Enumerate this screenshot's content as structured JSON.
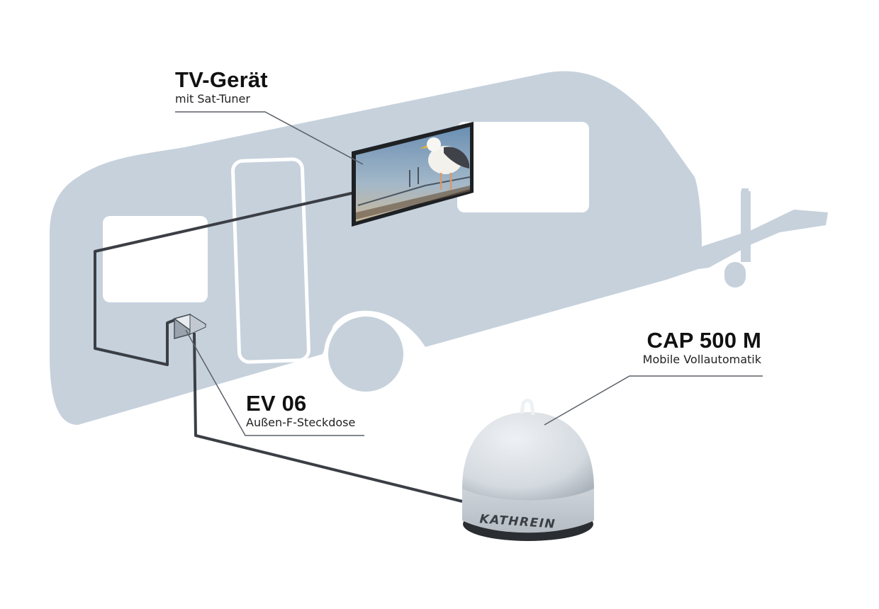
{
  "labels": {
    "tv": {
      "title": "TV-Gerät",
      "subtitle": "mit Sat-Tuner"
    },
    "ev": {
      "title": "EV 06",
      "subtitle": "Außen-F-Steckdose"
    },
    "cap": {
      "title": "CAP 500 M",
      "subtitle": "Mobile Vollautomatik"
    }
  },
  "antenna": {
    "brand": "KATHREIN"
  },
  "colors": {
    "caravan": "#c6d1dc",
    "cable": "#3b3f45",
    "leader": "#5a6068",
    "dome": "#d9dee4",
    "window": "#ffffff"
  },
  "icons": [
    "caravan-silhouette",
    "tv-screen-seagull",
    "f-socket-box",
    "satellite-dome"
  ]
}
